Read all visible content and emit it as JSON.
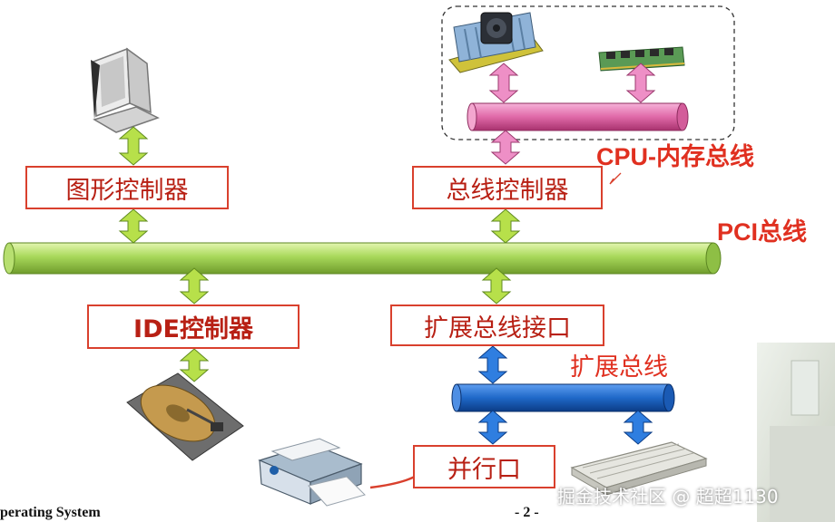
{
  "labels": {
    "cpu_bus": "CPU-内存总线",
    "pci_bus": "PCI总线",
    "ext_bus": "扩展总线"
  },
  "boxes": {
    "graphics_controller": "图形控制器",
    "bus_controller": "总线控制器",
    "ide_controller": "IDE控制器",
    "ext_bus_interface": "扩展总线接口",
    "parallel_port": "并行口"
  },
  "footer": {
    "course": "perating System",
    "page": "- 2 -"
  },
  "watermark": "掘金技术社区 @ 超超1130",
  "colors": {
    "box_border": "#d9402d",
    "label_red": "#e03020",
    "pci_bus": "#a8d85a",
    "cpu_bus": "#e069a8",
    "ext_bus": "#1f68c8",
    "green_arrow": "#b7e04a",
    "pink_arrow": "#ee8fc6",
    "blue_arrow": "#2f7ee0"
  }
}
